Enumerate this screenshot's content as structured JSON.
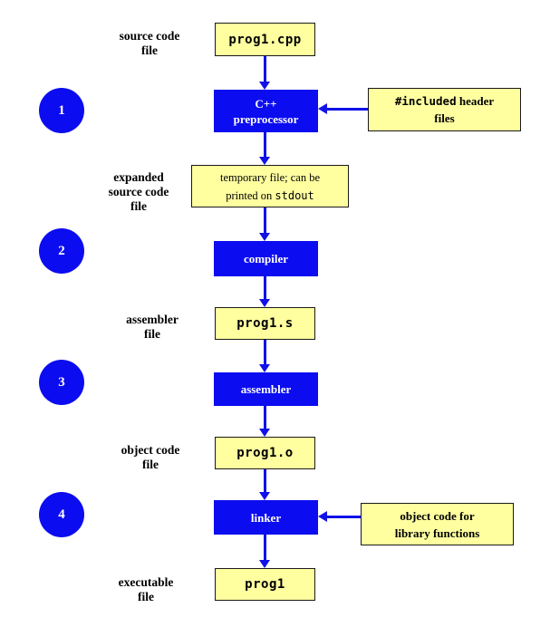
{
  "diagram": {
    "title_implicit": "C++ build pipeline",
    "steps": [
      {
        "number": "1"
      },
      {
        "number": "2"
      },
      {
        "number": "3"
      },
      {
        "number": "4"
      }
    ],
    "labels": {
      "source_code": [
        "source code",
        "file"
      ],
      "expanded": [
        "expanded",
        "source code",
        "file"
      ],
      "assembler_file": [
        "assembler",
        "file"
      ],
      "object_code": [
        "object code",
        "file"
      ],
      "executable": [
        "executable",
        "file"
      ]
    },
    "files": {
      "prog1_cpp": "prog1.cpp",
      "prog1_s": "prog1.s",
      "prog1_o": "prog1.o",
      "prog1": "prog1"
    },
    "processes": {
      "preprocessor_line1": "C++",
      "preprocessor_line2": "preprocessor",
      "compiler": "compiler",
      "assembler": "assembler",
      "linker": "linker"
    },
    "temp_box": {
      "line1": "temporary file; can be",
      "line2_prefix": "printed on ",
      "line2_code": "stdout"
    },
    "included_box": {
      "line1_code": "#included",
      "line1_rest": " header",
      "line2": "files"
    },
    "library_box": {
      "line1": "object code for",
      "line2": "library functions"
    },
    "colors": {
      "process_blue": "#0c0cf0",
      "arrow_blue": "#1111e8",
      "box_yellow": "#ffffa0",
      "border_black": "#1a1a1a"
    }
  }
}
